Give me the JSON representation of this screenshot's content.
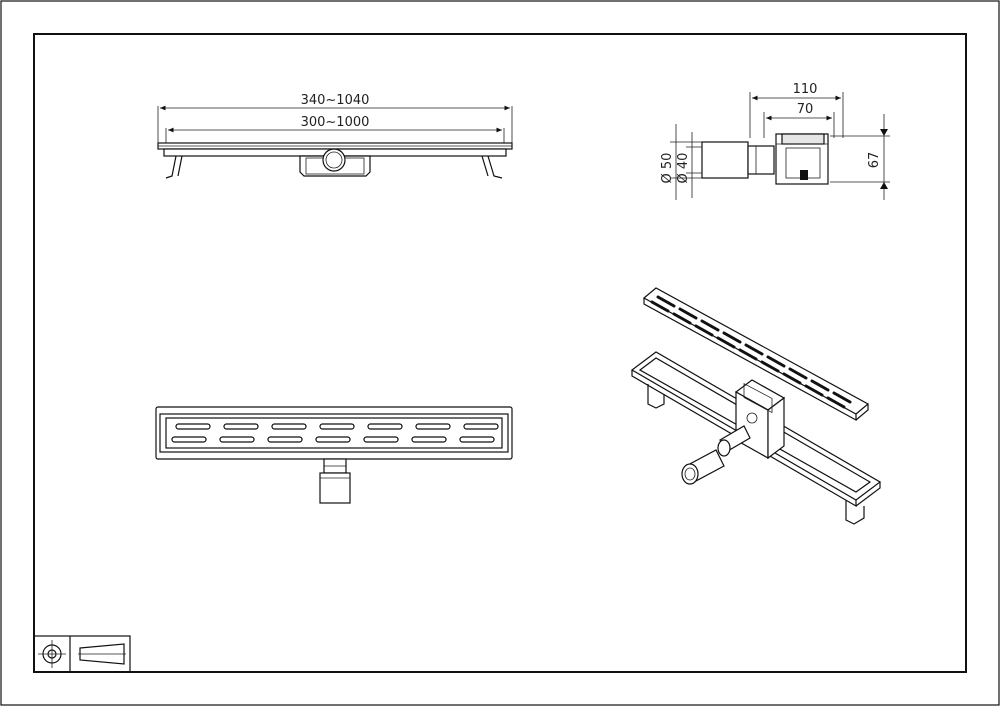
{
  "drawing": {
    "top_view": {
      "overall_dim": "340~1040",
      "inner_dim": "300~1000"
    },
    "side_view": {
      "width_outer": "110",
      "width_inner": "70",
      "height": "67",
      "outlet_outer": "Ø 50",
      "outlet_inner": "Ø 40"
    },
    "title_block": {
      "projection_symbol": "first-angle-projection-icon"
    }
  }
}
